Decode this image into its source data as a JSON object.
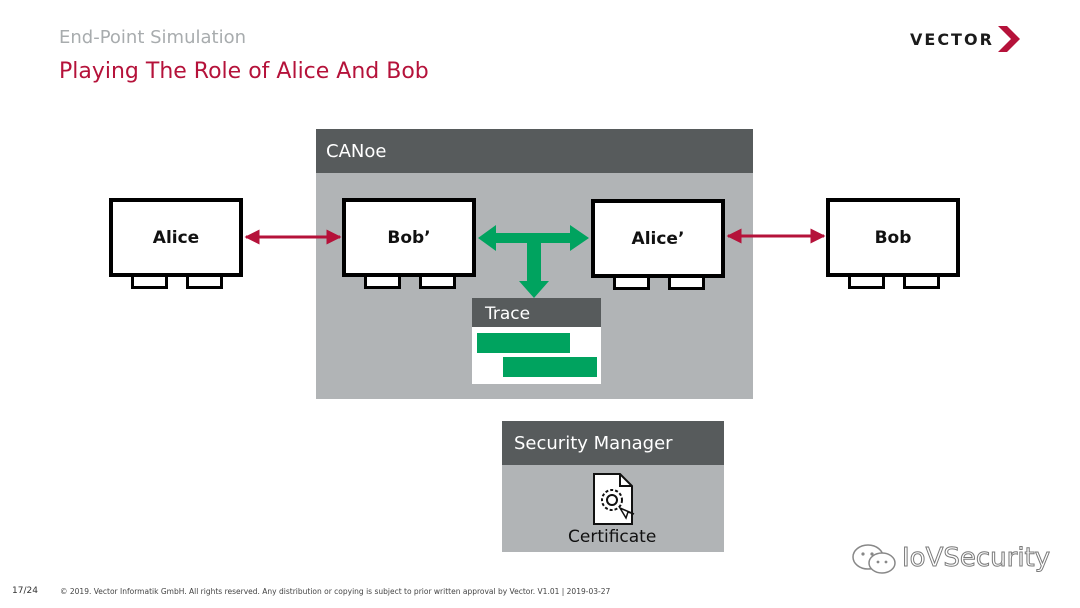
{
  "slide": {
    "subtitle": "End-Point Simulation",
    "title": "Playing The Role of Alice And Bob"
  },
  "logo": {
    "text": "VECTOR",
    "accent_color": "#b5123a"
  },
  "canoe": {
    "label": "CANoe"
  },
  "nodes": {
    "alice": "Alice",
    "bob_proxy": "Bob’",
    "alice_proxy": "Alice’",
    "bob": "Bob"
  },
  "trace": {
    "label": "Trace"
  },
  "security_manager": {
    "label": "Security Manager",
    "certificate_label": "Certificate"
  },
  "footer": {
    "page": "17/24",
    "copyright": "© 2019. Vector Informatik GmbH. All rights reserved. Any distribution or copying is subject to prior written approval by Vector. V1.01 | 2019-03-27"
  },
  "watermark": {
    "text": "IoVSecurity"
  },
  "colors": {
    "title": "#b5123a",
    "arrow_red": "#b5123a",
    "arrow_green": "#00a35f",
    "header_gray": "#575b5c",
    "panel_gray": "#b1b4b6"
  }
}
